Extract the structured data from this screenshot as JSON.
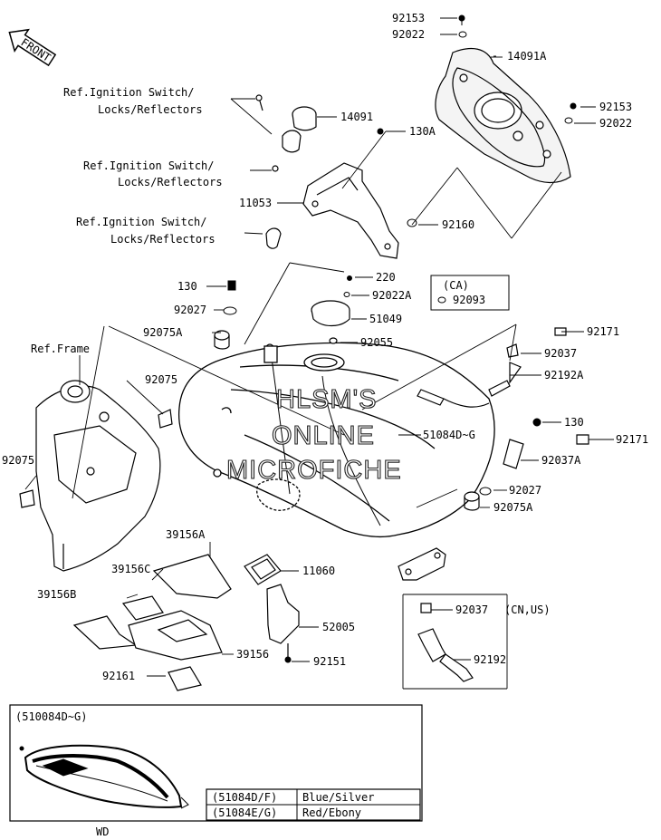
{
  "front_label": "FRONT",
  "labels": {
    "p92153_top": "92153",
    "p92022_top": "92022",
    "p14091A": "14091A",
    "ref_ign_1_line1": "Ref.Ignition Switch/",
    "ref_ign_1_line2": "Locks/Reflectors",
    "p14091": "14091",
    "p92153_right": "92153",
    "p92022_right": "92022",
    "p130A": "130A",
    "ref_ign_2_line1": "Ref.Ignition Switch/",
    "ref_ign_2_line2": "Locks/Reflectors",
    "p11053": "11053",
    "p92160": "92160",
    "ref_ign_3_line1": "Ref.Ignition Switch/",
    "ref_ign_3_line2": "Locks/Reflectors",
    "p220": "220",
    "ca": "(CA)",
    "p92093": "92093",
    "p130_left": "130",
    "p92022A": "92022A",
    "p92027_left": "92027",
    "p51049": "51049",
    "p92075A_left": "92075A",
    "p92055": "92055",
    "p92171_top": "92171",
    "ref_frame": "Ref.Frame",
    "p92037_top": "92037",
    "p92192A": "92192A",
    "p92075_mid": "92075",
    "p51084": "51084D~G",
    "p130_right": "130",
    "p92171_right": "92171",
    "p92075_left": "92075",
    "p92037A": "92037A",
    "p92027_right": "92027",
    "p92075A_right": "92075A",
    "p39156A": "39156A",
    "p39156C": "39156C",
    "p11060": "11060",
    "p39156B": "39156B",
    "p92037_bottom": "92037",
    "cn_us": "(CN,US)",
    "p52005": "52005",
    "p39156": "39156",
    "p92151": "92151",
    "p92192": "92192",
    "p92161": "92161"
  },
  "watermark": {
    "line1": "HLSM'S",
    "line2": "ONLINE",
    "line3": "MICROFICHE"
  },
  "inset": {
    "title": "(510084D~G)",
    "caption": "WD"
  },
  "color_table": {
    "rows": [
      {
        "code": "(51084D/F)",
        "color": "Blue/Silver"
      },
      {
        "code": "(51084E/G)",
        "color": "Red/Ebony"
      }
    ]
  }
}
